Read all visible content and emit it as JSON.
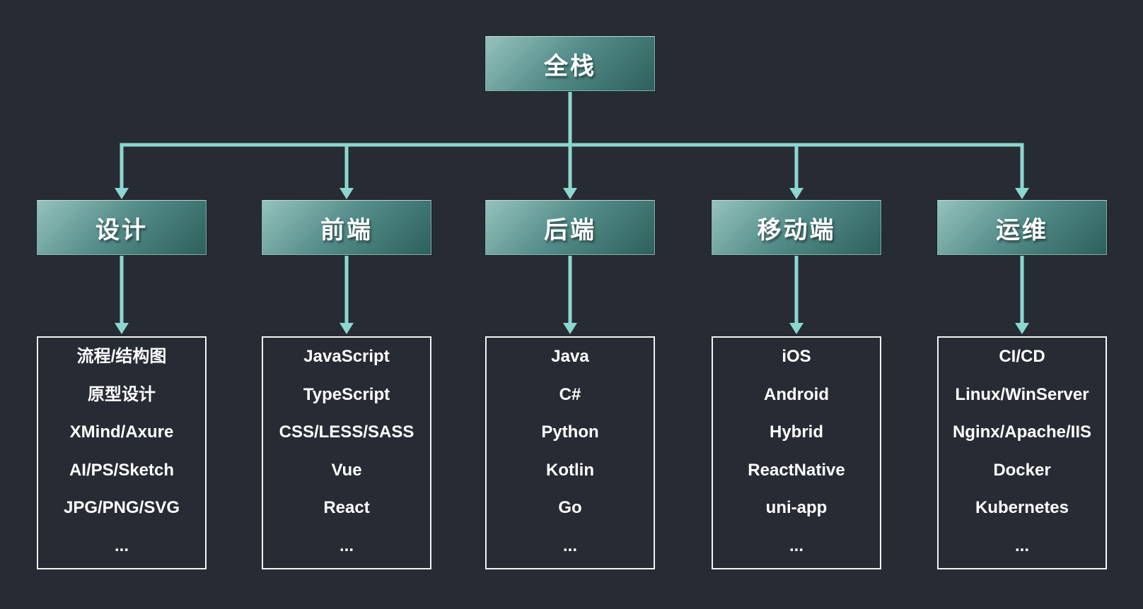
{
  "diagram": {
    "background_color": "#272C34",
    "connector_color": "#8CD7D0",
    "node_gradient": [
      "#96C2BE",
      "#2D605D"
    ],
    "list_border_color": "#F2F4F6",
    "root": {
      "label": "全栈"
    },
    "branches": [
      {
        "label": "设计",
        "items": [
          "流程/结构图",
          "原型设计",
          "XMind/Axure",
          "AI/PS/Sketch",
          "JPG/PNG/SVG",
          "..."
        ]
      },
      {
        "label": "前端",
        "items": [
          "JavaScript",
          "TypeScript",
          "CSS/LESS/SASS",
          "Vue",
          "React",
          "..."
        ]
      },
      {
        "label": "后端",
        "items": [
          "Java",
          "C#",
          "Python",
          "Kotlin",
          "Go",
          "..."
        ]
      },
      {
        "label": "移动端",
        "items": [
          "iOS",
          "Android",
          "Hybrid",
          "ReactNative",
          "uni-app",
          "..."
        ]
      },
      {
        "label": "运维",
        "items": [
          "CI/CD",
          "Linux/WinServer",
          "Nginx/Apache/IIS",
          "Docker",
          "Kubernetes",
          "..."
        ]
      }
    ]
  }
}
